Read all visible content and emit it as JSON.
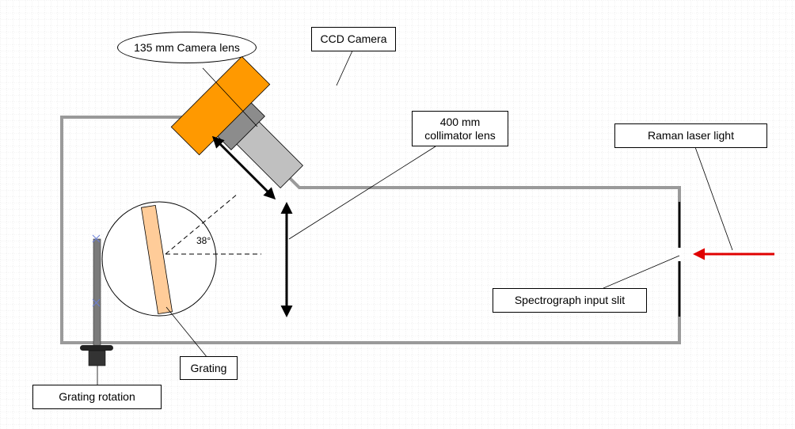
{
  "labels": {
    "camera_lens": "135 mm Camera lens",
    "ccd_camera": "CCD Camera",
    "collimator_line1": "400 mm",
    "collimator_line2": "collimator lens",
    "raman_laser": "Raman laser light",
    "input_slit": "Spectrograph input slit",
    "grating": "Grating",
    "grating_rotation": "Grating rotation",
    "angle": "38°"
  },
  "colors": {
    "grid": "#c8c8c8",
    "housing": "#9a9a9a",
    "camera_body": "#ff9900",
    "lens_barrel": "#c0c0c0",
    "lens_mount": "#8c8c8c",
    "grating_fill": "#ffcc99",
    "laser": "#e00000",
    "lines": "#000000"
  }
}
